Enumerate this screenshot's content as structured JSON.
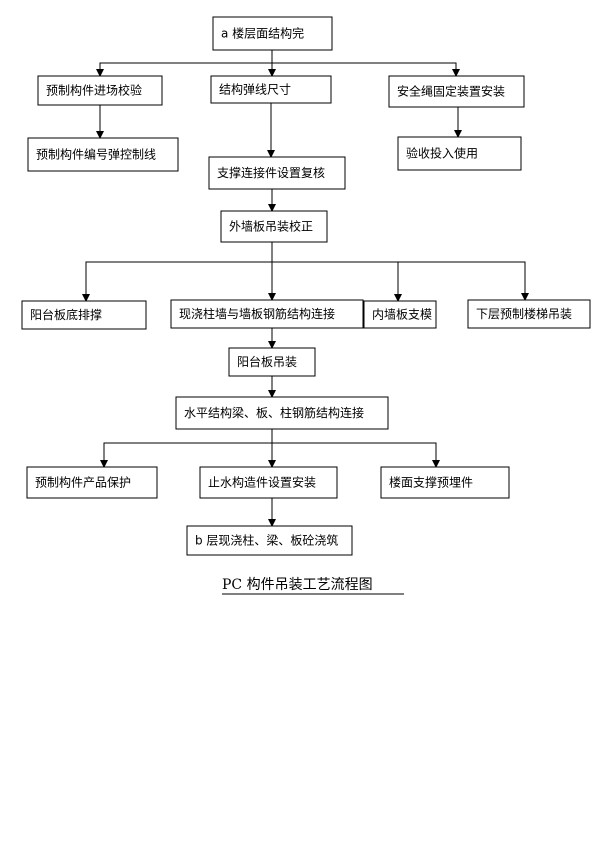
{
  "nodes": [
    {
      "id": "n1",
      "label": "a 楼层面结构完"
    },
    {
      "id": "n2",
      "label": "预制构件进场校验"
    },
    {
      "id": "n3",
      "label": "结构弹线尺寸"
    },
    {
      "id": "n4",
      "label": "安全绳固定装置安装"
    },
    {
      "id": "n5",
      "label": "预制构件编号弹控制线"
    },
    {
      "id": "n6",
      "label": "验收投入使用"
    },
    {
      "id": "n7",
      "label": "支撑连接件设置复核"
    },
    {
      "id": "n8",
      "label": "外墙板吊装校正"
    },
    {
      "id": "n9",
      "label": "阳台板底排撑"
    },
    {
      "id": "n10",
      "label": "现浇柱墙与墙板钢筋结构连接"
    },
    {
      "id": "n11",
      "label": "内墙板支模"
    },
    {
      "id": "n12",
      "label": "下层预制楼梯吊装"
    },
    {
      "id": "n13",
      "label": "阳台板吊装"
    },
    {
      "id": "n14",
      "label": "水平结构梁、板、柱钢筋结构连接"
    },
    {
      "id": "n15",
      "label": "预制构件产品保护"
    },
    {
      "id": "n16",
      "label": "止水构造件设置安装"
    },
    {
      "id": "n17",
      "label": "楼面支撑预埋件"
    },
    {
      "id": "n18",
      "label": "b 层现浇柱、梁、板砼浇筑"
    }
  ],
  "edges": [
    {
      "from": "n1",
      "to": "n2"
    },
    {
      "from": "n1",
      "to": "n3"
    },
    {
      "from": "n1",
      "to": "n4"
    },
    {
      "from": "n2",
      "to": "n5"
    },
    {
      "from": "n3",
      "to": "n7"
    },
    {
      "from": "n4",
      "to": "n6"
    },
    {
      "from": "n7",
      "to": "n8"
    },
    {
      "from": "n8",
      "to": "n9"
    },
    {
      "from": "n8",
      "to": "n10"
    },
    {
      "from": "n8",
      "to": "n11"
    },
    {
      "from": "n8",
      "to": "n12"
    },
    {
      "from": "n10",
      "to": "n13"
    },
    {
      "from": "n13",
      "to": "n14"
    },
    {
      "from": "n14",
      "to": "n15"
    },
    {
      "from": "n14",
      "to": "n16"
    },
    {
      "from": "n14",
      "to": "n17"
    },
    {
      "from": "n16",
      "to": "n18"
    }
  ],
  "caption": "PC 构件吊装工艺流程图"
}
